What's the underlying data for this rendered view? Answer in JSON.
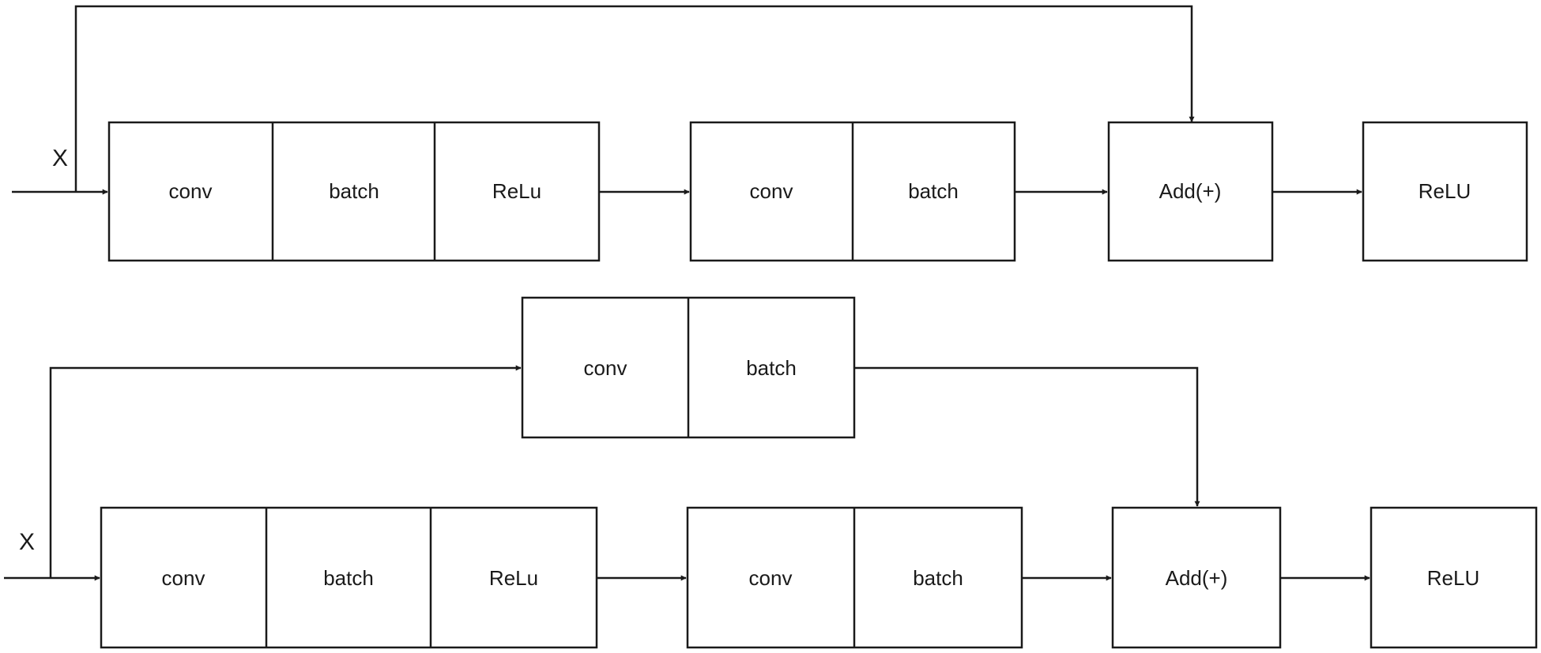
{
  "colors": {
    "stroke": "#1a1a1a",
    "background": "#ffffff"
  },
  "top_block": {
    "input_label": "X",
    "stage1": {
      "cell1": "conv",
      "cell2": "batch",
      "cell3": "ReLu"
    },
    "stage2": {
      "cell1": "conv",
      "cell2": "batch"
    },
    "add": "Add(+)",
    "output": "ReLU"
  },
  "bottom_block": {
    "input_label": "X",
    "shortcut": {
      "cell1": "conv",
      "cell2": "batch"
    },
    "stage1": {
      "cell1": "conv",
      "cell2": "batch",
      "cell3": "ReLu"
    },
    "stage2": {
      "cell1": "conv",
      "cell2": "batch"
    },
    "add": "Add(+)",
    "output": "ReLU"
  }
}
